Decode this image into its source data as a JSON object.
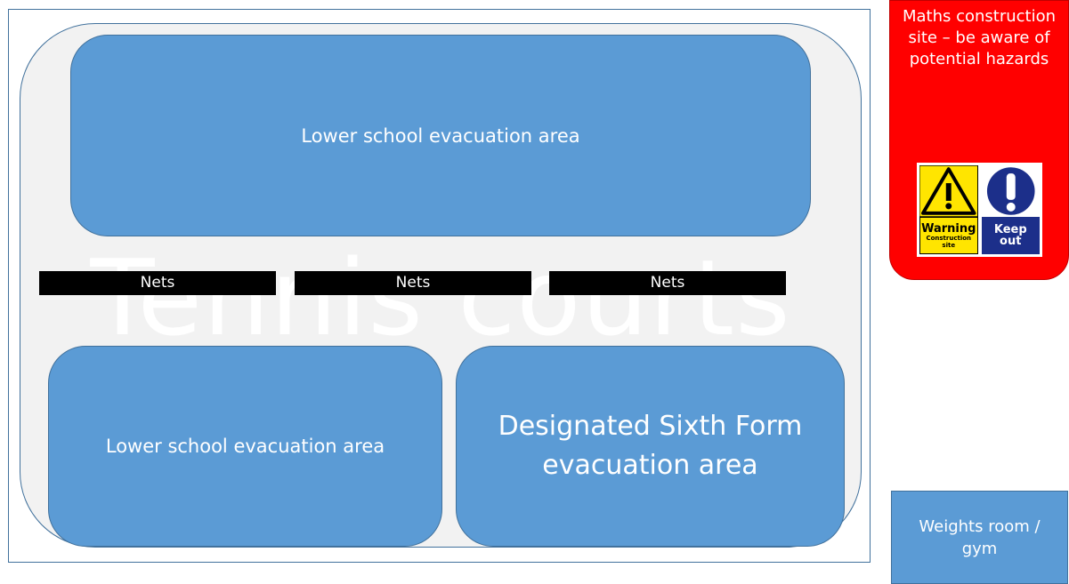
{
  "courts": {
    "label": "Tennis courts"
  },
  "areas": {
    "top": "Lower school evacuation area",
    "bottom_left": "Lower school evacuation area",
    "bottom_right": "Designated Sixth Form evacuation area"
  },
  "nets": [
    "Nets",
    "Nets",
    "Nets"
  ],
  "warning": {
    "text": "Maths construction site – be aware of potential hazards",
    "sign": {
      "warning_title": "Warning",
      "warning_sub": "Construction site",
      "keep_out": "Keep out",
      "warning_icon": "warning-triangle-icon",
      "mandatory_icon": "exclamation-circle-icon"
    }
  },
  "weights": {
    "label": "Weights room / gym"
  },
  "colors": {
    "area_fill": "#5b9bd5",
    "area_border": "#41719c",
    "courts_fill": "#f2f2f2",
    "warning_fill": "#ff0000",
    "sign_yellow": "#ffe500",
    "sign_blue": "#1c2f8a",
    "net_fill": "#000000"
  }
}
